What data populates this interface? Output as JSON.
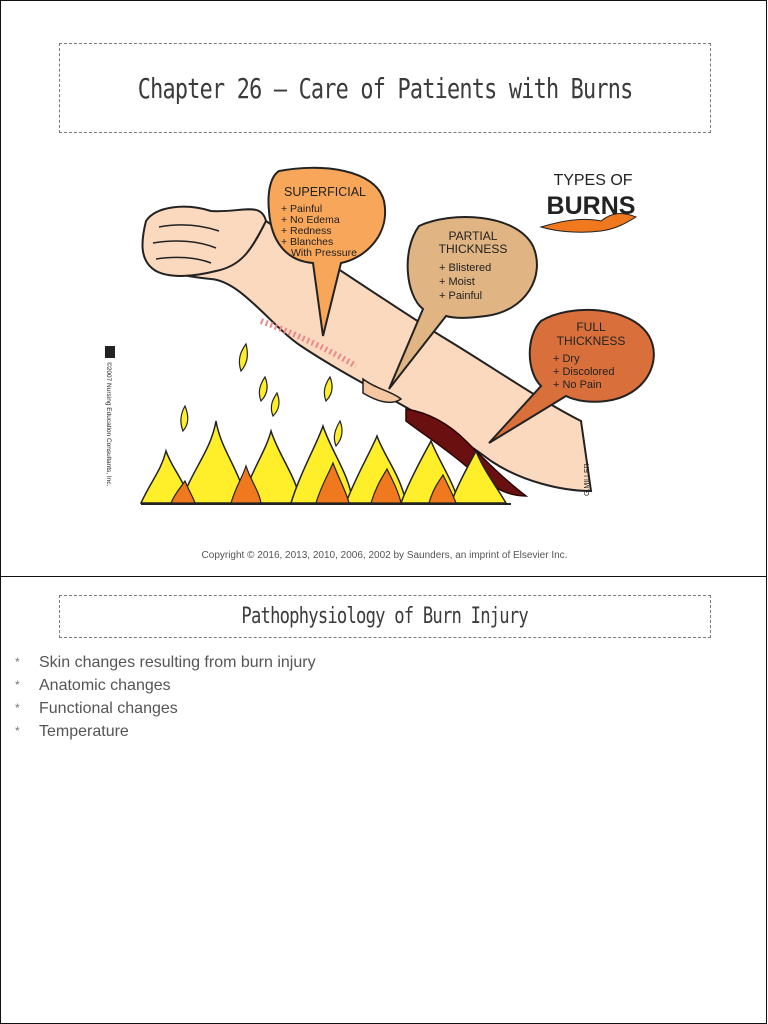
{
  "slide1": {
    "title": "Chapter 26 – Care of Patients with Burns",
    "figure": {
      "heading_line1": "TYPES OF",
      "heading_line2": "BURNS",
      "superficial": {
        "label": "SUPERFICIAL",
        "items": [
          "+ Painful",
          "+ No Edema",
          "+ Redness",
          "+ Blanches",
          "With Pressure"
        ]
      },
      "partial": {
        "label_line1": "PARTIAL",
        "label_line2": "THICKNESS",
        "items": [
          "+ Blistered",
          "+ Moist",
          "+ Painful"
        ]
      },
      "full": {
        "label_line1": "FULL",
        "label_line2": "THICKNESS",
        "items": [
          "+ Dry",
          "+ Discolored",
          "+ No Pain"
        ]
      },
      "side_credit": "©2007 Nursing Education Consultants, Inc.",
      "artist_signature": "G.MILLER"
    },
    "copyright": "Copyright © 2016, 2013, 2010, 2006, 2002 by Saunders, an imprint of Elsevier Inc."
  },
  "slide2": {
    "title": "Pathophysiology of Burn Injury",
    "bullets": [
      "Skin changes resulting from burn injury",
      "Anatomic changes",
      "Functional changes",
      "Temperature"
    ]
  },
  "colors": {
    "superficial_bubble": "#f7a65a",
    "partial_bubble": "#e0b483",
    "full_bubble": "#d9703c",
    "skin": "#fbd9bf",
    "flame_yellow": "#ffef2a",
    "flame_orange": "#f0781e",
    "burn_dark": "#6b1010"
  }
}
